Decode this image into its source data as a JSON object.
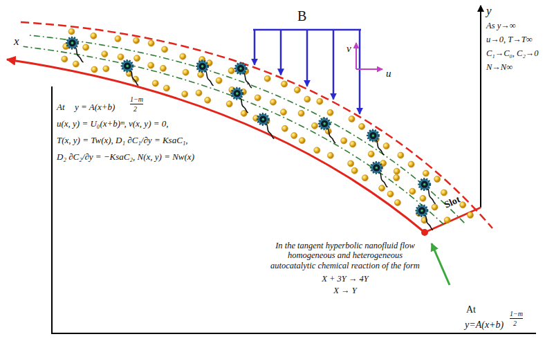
{
  "diagram": {
    "labels": [
      "B",
      "v",
      "u",
      "y",
      "x",
      "As y→∞",
      "u→0, T→T∞",
      "C₁→C₀, C₂→0",
      "N→N∞",
      "At",
      "y = A(x+b)",
      "1−m",
      "2",
      "u(x, y) = U₀(x+b)ᵐ, v(x, y) = 0,",
      "T(x, y) = Tw(x), D₁ ∂C₁/∂y = KsaC₁,",
      "D₂ ∂C₂/∂y = −KsaC₂, N(x, y) = Nw(x)",
      "In the tangent hyperbolic nanofluid flow homogeneous and heterogeneous autocatalytic chemical reaction of the form",
      "X + 3Y → 4Y",
      "X → Y",
      "Slot",
      "At",
      "y=A(x+b)",
      "1−m",
      "2"
    ]
  }
}
